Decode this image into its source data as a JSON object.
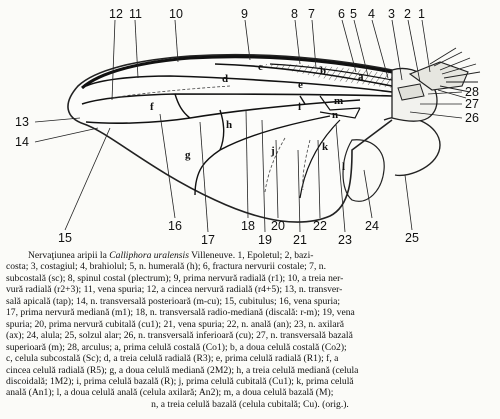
{
  "figure": {
    "top_numbers": [
      "12",
      "11",
      "10",
      "9",
      "8",
      "7",
      "6",
      "5",
      "4",
      "3",
      "2",
      "1"
    ],
    "right_numbers": [
      "28",
      "27",
      "26"
    ],
    "left_numbers": [
      "13",
      "14"
    ],
    "bottom_numbers": [
      "15",
      "16",
      "17",
      "18",
      "19",
      "20",
      "21",
      "22",
      "23",
      "24",
      "25"
    ],
    "cell_letters": [
      "a",
      "b",
      "c",
      "d",
      "e",
      "f",
      "g",
      "h",
      "i",
      "j",
      "k",
      "l",
      "m",
      "n"
    ]
  },
  "caption": {
    "title_pre": "Nervaţiunea aripii la ",
    "species": "Calliphora uralensis",
    "title_post": " Villeneuve.",
    "lines": [
      "1, Epoletul; 2, bazi-",
      "costa; 3, costagiul; 4, brahiolul; 5, n. humerală (h); 6, fractura nervurii costale; 7, n.",
      "subcostală (sc); 8, spinul costal (plectrum); 9, prima nervură radială (r1); 10, a treia ner-",
      "vură radială (r2+3); 11, vena spuria; 12, a cincea nervură radială (r4+5); 13, n. transver-",
      "sală apicală (tap); 14, n. transversală posterioară (m-cu); 15, cubitulus; 16, vena spuria;",
      "17, prima nervură mediană (m1); 18, n. transversală radio-mediană (discală: r-m); 19, vena",
      "spuria; 20, prima nervură cubitală (cu1); 21, vena spuria; 22, n. anală (an); 23, n. axilară",
      "(ax); 24, alula; 25, solzul alar; 26, n. transversală inferioară (cu); 27, n. transversală bazală",
      "superioară (m); 28, arculus; a, prima celulă costală (Co1); b, a doua celulă costală (Co2);",
      "c, celula subcostală (Sc); d, a treia celulă radială (R3); e, prima celulă radială (R1); f, a",
      "cincea celulă radială (R5); g, a doua celulă mediană (2M2); h, a treia celulă mediană (celula",
      "discoidală; 1M2); i, prima celulă bazală (R); j, prima celulă cubitală (Cu1); k, prima celulă",
      "anală (An1); l, a doua celulă anală (celula axilară; An2); m, a doua celulă bazală (M);",
      "n, a treia celulă bazală (celula cubitală; Cu). (orig.)."
    ]
  }
}
